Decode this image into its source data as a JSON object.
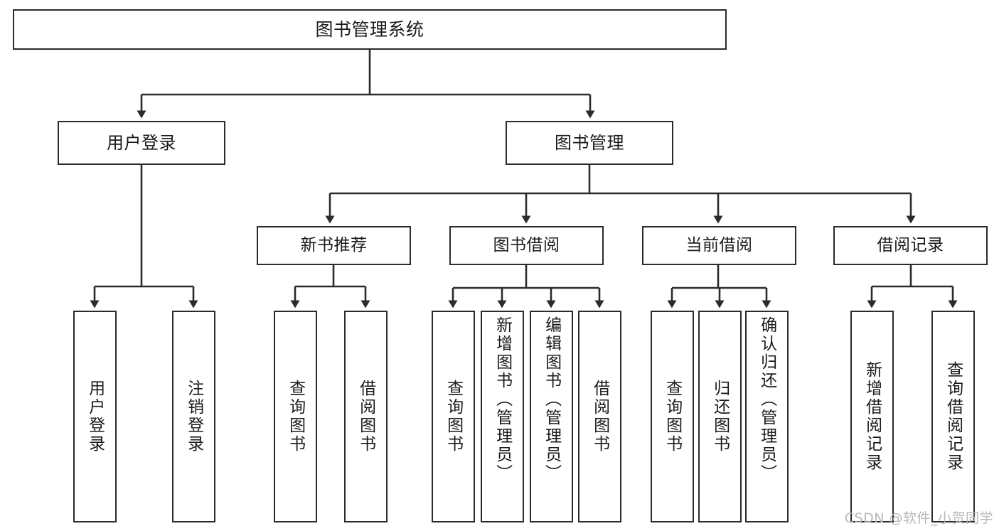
{
  "diagram": {
    "type": "tree-hierarchy",
    "title": "图书管理系统",
    "watermark": "CSDN @软件_小贺同学",
    "colors": {
      "stroke": "#2b2b2b",
      "fill": "#ffffff",
      "text": "#1a1a1a",
      "watermark": "#b9b9b9"
    },
    "nodes": {
      "root": {
        "label": "图书管理系统"
      },
      "level1": [
        {
          "id": "user-login",
          "label": "用户登录"
        },
        {
          "id": "book-manage",
          "label": "图书管理"
        }
      ],
      "level2": [
        {
          "id": "new-book-recommend",
          "label": "新书推荐"
        },
        {
          "id": "book-borrow",
          "label": "图书借阅"
        },
        {
          "id": "current-borrow",
          "label": "当前借阅"
        },
        {
          "id": "borrow-record",
          "label": "借阅记录"
        }
      ],
      "leaves": {
        "user_login": [
          {
            "id": "leaf-user-login",
            "label": "用户登录"
          },
          {
            "id": "leaf-user-logout",
            "label": "注销登录"
          }
        ],
        "new_book_recommend": [
          {
            "id": "leaf-query-book-1",
            "label": "查询图书"
          },
          {
            "id": "leaf-borrow-book-1",
            "label": "借阅图书"
          }
        ],
        "book_borrow": [
          {
            "id": "leaf-query-book-2",
            "label": "查询图书"
          },
          {
            "id": "leaf-add-book",
            "label": "新增图书（管理员）"
          },
          {
            "id": "leaf-edit-book",
            "label": "编辑图书（管理员）"
          },
          {
            "id": "leaf-borrow-book-2",
            "label": "借阅图书"
          }
        ],
        "current_borrow": [
          {
            "id": "leaf-query-book-3",
            "label": "查询图书"
          },
          {
            "id": "leaf-return-book",
            "label": "归还图书"
          },
          {
            "id": "leaf-confirm-return",
            "label": "确认归还（管理员）"
          }
        ],
        "borrow_record": [
          {
            "id": "leaf-add-record",
            "label": "新增借阅记录"
          },
          {
            "id": "leaf-query-record",
            "label": "查询借阅记录"
          }
        ]
      }
    }
  }
}
